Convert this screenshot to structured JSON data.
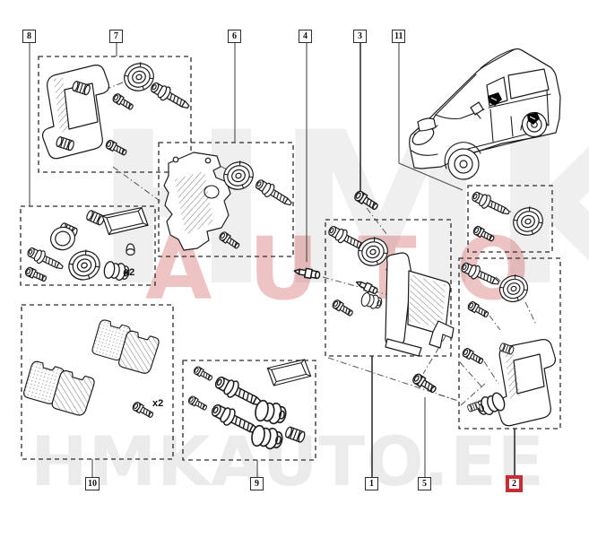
{
  "page": {
    "kind": "exploded-parts-diagram",
    "background_color": "#ffffff"
  },
  "watermarks": {
    "big_text": "HMK",
    "accent_text": "AUTO",
    "bottom_text": "HMKAUTO.EE",
    "big_color": "#efefef",
    "accent_color": "#c63737",
    "bottom_color": "#ebebeb"
  },
  "callouts": {
    "top": [
      {
        "label": "8"
      },
      {
        "label": "7"
      },
      {
        "label": "6"
      },
      {
        "label": "4"
      },
      {
        "label": "3"
      },
      {
        "label": "11"
      }
    ],
    "bottom": [
      {
        "label": "10"
      },
      {
        "label": "9"
      },
      {
        "label": "1"
      },
      {
        "label": "5"
      },
      {
        "label": "2",
        "highlighted": true
      }
    ],
    "highlight_color": "#c62d34",
    "normal_border_color": "#2b2b2b",
    "normal_background": "#ffffff"
  },
  "quantity_labels": {
    "seal_kit": "x2",
    "pad_bolts": "x2"
  },
  "artwork": {
    "line_color": "#1b1b1b",
    "leader_line_color": "#555555",
    "marker_color": "#000000"
  }
}
